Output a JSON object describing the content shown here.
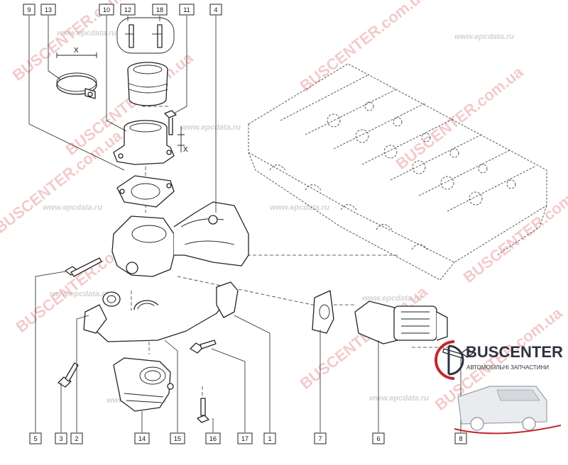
{
  "diagram": {
    "callouts": [
      {
        "id": "c9",
        "label": "9"
      },
      {
        "id": "c13",
        "label": "13"
      },
      {
        "id": "c10",
        "label": "10"
      },
      {
        "id": "c12",
        "label": "12"
      },
      {
        "id": "c18",
        "label": "18"
      },
      {
        "id": "c11",
        "label": "11"
      },
      {
        "id": "c4",
        "label": "4"
      },
      {
        "id": "c5",
        "label": "5"
      },
      {
        "id": "c3",
        "label": "3"
      },
      {
        "id": "c2",
        "label": "2"
      },
      {
        "id": "c14",
        "label": "14"
      },
      {
        "id": "c15",
        "label": "15"
      },
      {
        "id": "c16",
        "label": "16"
      },
      {
        "id": "c17",
        "label": "17"
      },
      {
        "id": "c1",
        "label": "1"
      },
      {
        "id": "c7",
        "label": "7"
      },
      {
        "id": "c6",
        "label": "6"
      },
      {
        "id": "c8",
        "label": "8"
      }
    ],
    "dimension_labels": {
      "clamp_width": "X",
      "flange_height": "X"
    }
  },
  "watermarks": {
    "brand": "BUSCENTER",
    "domain": "BUSCENTER.com.ua",
    "site": "www.epcdata.ru",
    "color": "#e8a1a1"
  },
  "logo": {
    "name": "BUSCENTER",
    "tagline": "АВТОМОБІЛЬНІ ЗАПЧАСТИНИ",
    "icon": "van-icon",
    "accent": "#c0282d"
  }
}
